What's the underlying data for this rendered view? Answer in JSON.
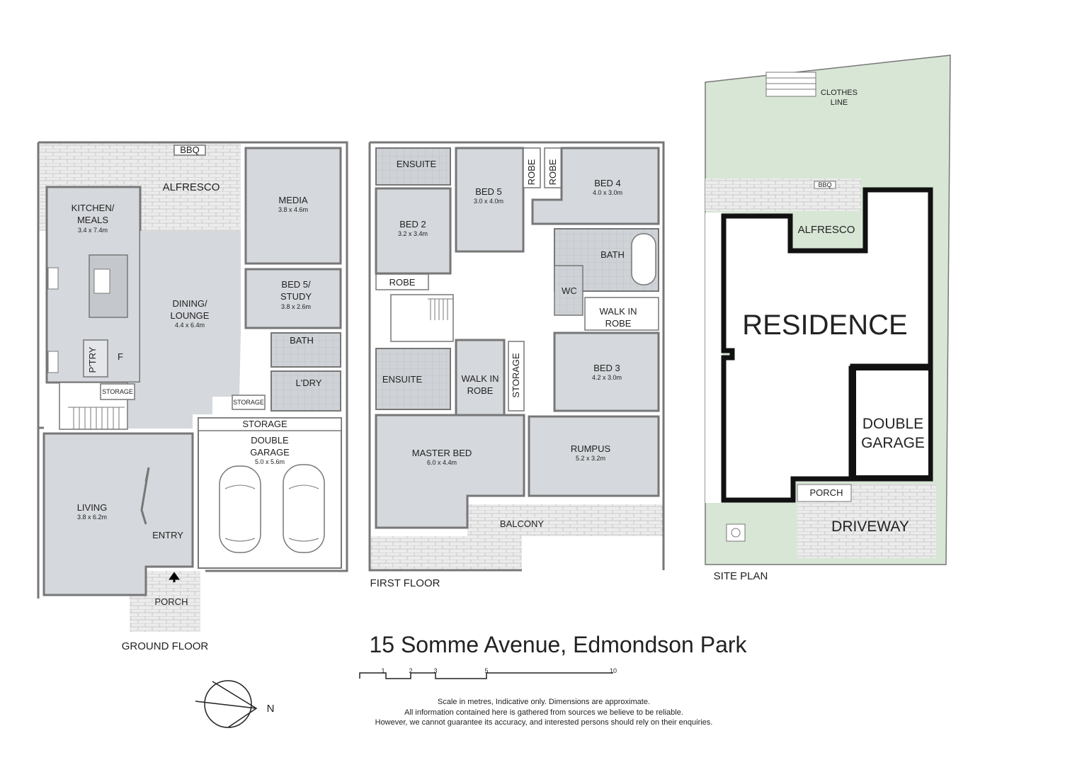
{
  "colors": {
    "room_fill": "#d5d8dc",
    "pave_fill": "#ececec",
    "grass_fill": "#d8e6d6",
    "wall": "#777777",
    "wall_dark": "#111111",
    "wet_fill": "#c9cdd2"
  },
  "ground_floor": {
    "label": "GROUND FLOOR",
    "rooms": {
      "bbq": "BBQ",
      "alfresco": "ALFRESCO",
      "kitchen_1": "KITCHEN/",
      "kitchen_2": "MEALS",
      "kitchen_dim": "3.4 x 7.4m",
      "media": "MEDIA",
      "media_dim": "3.8 x 4.6m",
      "dining_1": "DINING/",
      "dining_2": "LOUNGE",
      "dining_dim": "4.4 x 6.4m",
      "bed5_1": "BED 5/",
      "bed5_2": "STUDY",
      "bed5_dim": "3.8 x 2.6m",
      "bath": "BATH",
      "ptry": "P'TRY",
      "fridge": "F",
      "storage_a": "STORAGE",
      "ldry": "L'DRY",
      "storage_b": "STORAGE",
      "storage_c": "STORAGE",
      "garage_1": "DOUBLE",
      "garage_2": "GARAGE",
      "garage_dim": "5.0 x 5.6m",
      "living": "LIVING",
      "living_dim": "3.8 x 6.2m",
      "entry": "ENTRY",
      "porch": "PORCH"
    }
  },
  "first_floor": {
    "label": "FIRST FLOOR",
    "rooms": {
      "ensuite_top": "ENSUITE",
      "bed5": "BED 5",
      "bed5_dim": "3.0 x 4.0m",
      "robe_1": "ROBE",
      "robe_2": "ROBE",
      "bed4": "BED 4",
      "bed4_dim": "4.0 x 3.0m",
      "bed2": "BED 2",
      "bed2_dim": "3.2 x 3.4m",
      "robe_bed2": "ROBE",
      "bath": "BATH",
      "wc": "WC",
      "wir_top_1": "WALK IN",
      "wir_top_2": "ROBE",
      "bed3": "BED 3",
      "bed3_dim": "4.2 x 3.0m",
      "ensuite_bottom": "ENSUITE",
      "wir_1": "WALK IN",
      "wir_2": "ROBE",
      "storage": "STORAGE",
      "master": "MASTER BED",
      "master_dim": "6.0 x 4.4m",
      "rumpus": "RUMPUS",
      "rumpus_dim": "5.2 x 3.2m",
      "balcony": "BALCONY"
    }
  },
  "site_plan": {
    "label": "SITE PLAN",
    "clothes_1": "CLOTHES",
    "clothes_2": "LINE",
    "bbq": "BBQ",
    "alfresco": "ALFRESCO",
    "residence": "RESIDENCE",
    "garage_1": "DOUBLE",
    "garage_2": "GARAGE",
    "porch": "PORCH",
    "driveway": "DRIVEWAY"
  },
  "address": "15 Somme Avenue, Edmondson Park",
  "scale": {
    "ticks": [
      "1",
      "2",
      "3",
      "5",
      "10"
    ]
  },
  "compass": {
    "label": "N"
  },
  "disclaimer": {
    "line1": "Scale in metres, Indicative only. Dimensions are approximate.",
    "line2": "All information contained here is gathered from sources we believe to be reliable.",
    "line3": "However, we cannot guarantee its accuracy, and interested persons should rely on their enquiries."
  }
}
